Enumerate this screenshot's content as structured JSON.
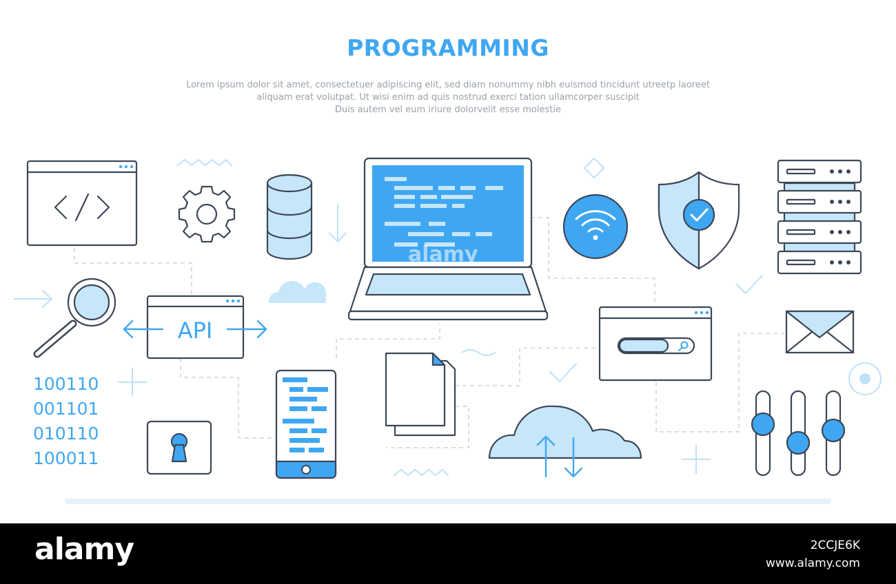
{
  "header": {
    "title": "PROGRAMMING",
    "desc_line1": "Lorem ipsum dolor sit amet, consectetuer adipiscing elit, sed diam nonummy nibh euismod tincidunt utreetp laoreet",
    "desc_line2": "aliquam erat volutpat. Ut wisi enim ad  quis nostrud exerci tation ullamcorper suscipit",
    "desc_line3": "Duis autem vel eum iriure dolorvelit esse molestie"
  },
  "icons": {
    "api_label": "API",
    "binary": [
      "100110",
      "001101",
      "010110",
      "100011"
    ]
  },
  "colors": {
    "accent": "#3fa7f2",
    "light": "#c6e6fa",
    "outline": "#3c4656",
    "dash": "#c9ced4"
  },
  "footer": {
    "logo": "alamy",
    "image_id": "2CCJE6K",
    "site": "www.alamy.com",
    "watermark": "alamy"
  }
}
